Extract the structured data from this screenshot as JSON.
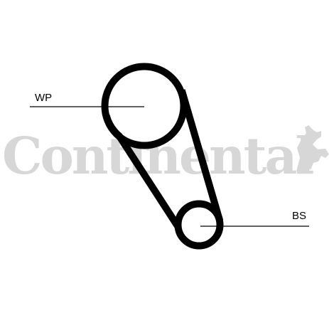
{
  "watermark": {
    "text": "Continental",
    "color": "#d7d7d7",
    "icon": "rearing-horse-icon"
  },
  "diagram": {
    "belt_color": "#000000",
    "pulleys": [
      {
        "id": "wp",
        "label": "WP"
      },
      {
        "id": "bs",
        "label": "BS"
      }
    ]
  }
}
